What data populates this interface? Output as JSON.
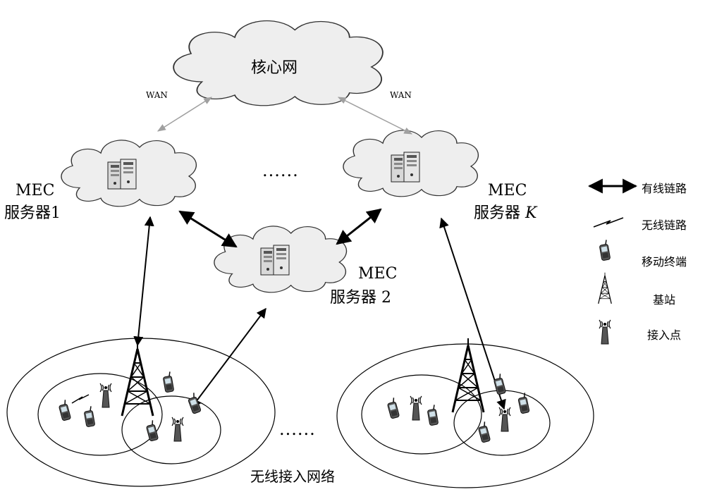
{
  "core_network": {
    "label": "核心网"
  },
  "wan_links": {
    "left": "WAN",
    "right": "WAN"
  },
  "servers": {
    "left": {
      "line1": "MEC",
      "line2": "服务器1"
    },
    "middle": {
      "line1": "MEC",
      "line2": "服务器 2"
    },
    "right": {
      "line1": "MEC",
      "line2_prefix": "服务器 ",
      "line2_var": "K"
    }
  },
  "ellipsis": {
    "servers": "......",
    "networks": "......"
  },
  "access_network": {
    "label": "无线接入网络"
  },
  "legend": {
    "wired": "有线链路",
    "wireless": "无线链路",
    "mobile": "移动终端",
    "base_station": "基站",
    "access_point": "接入点"
  },
  "colors": {
    "cloud_fill": "#eeeeee",
    "wan_arrow": "#a0a0a0",
    "line": "#000000"
  },
  "icons": [
    "cloud-icon",
    "server-icon",
    "phone-icon",
    "tower-icon",
    "access-point-icon",
    "lightning-icon"
  ]
}
